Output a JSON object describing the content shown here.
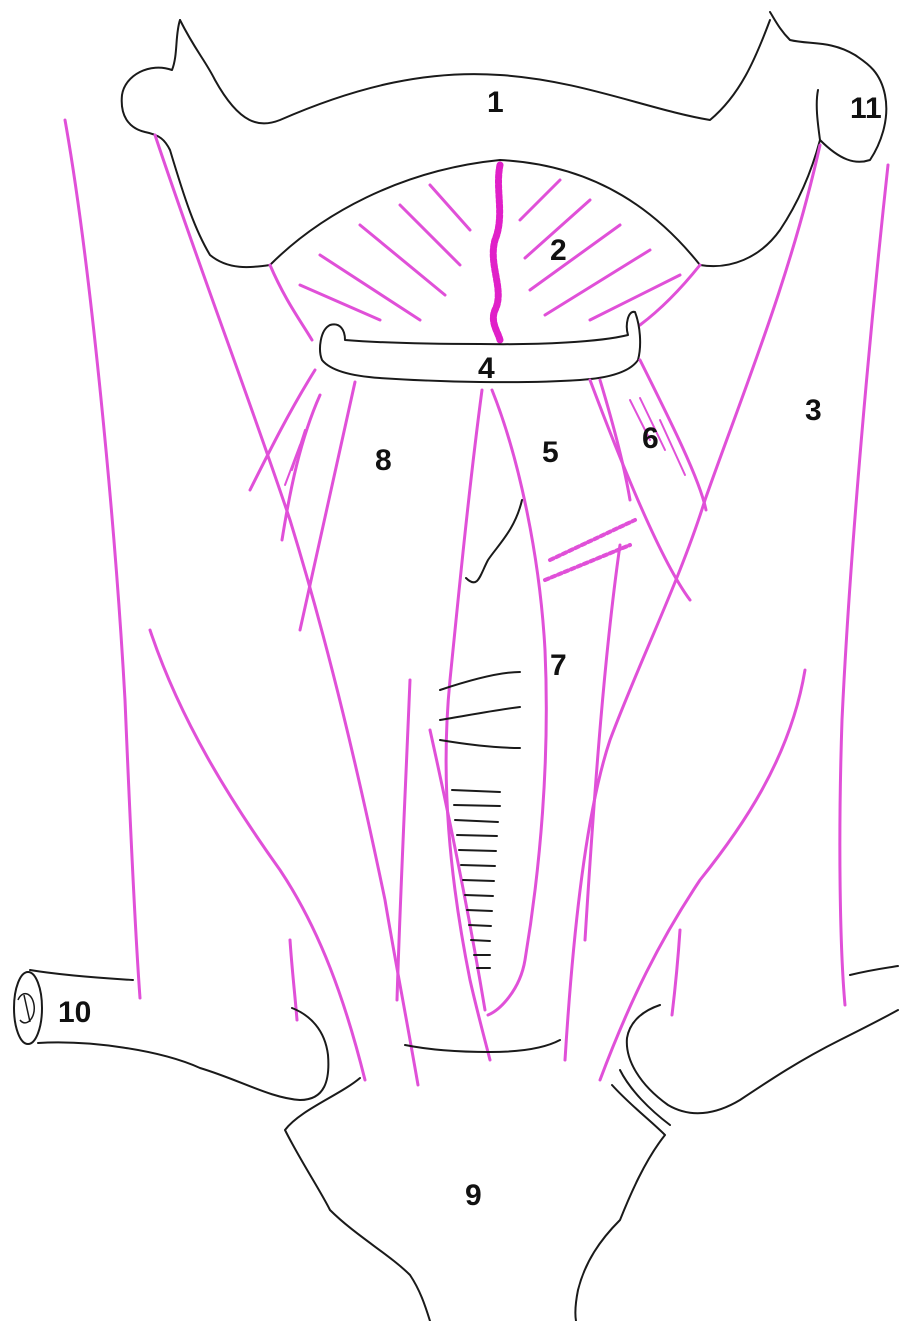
{
  "labels": [
    {
      "id": "1",
      "text": "1"
    },
    {
      "id": "2",
      "text": "2"
    },
    {
      "id": "3",
      "text": "3"
    },
    {
      "id": "4",
      "text": "4"
    },
    {
      "id": "5",
      "text": "5"
    },
    {
      "id": "6",
      "text": "6"
    },
    {
      "id": "7",
      "text": "7"
    },
    {
      "id": "8",
      "text": "8"
    },
    {
      "id": "9",
      "text": "9"
    },
    {
      "id": "10",
      "text": "10"
    },
    {
      "id": "11",
      "text": "11"
    }
  ],
  "colors": {
    "outline": "#1a1a1a",
    "muscle": "#e050d8",
    "raphe": "#e020c8",
    "background": "#ffffff"
  }
}
